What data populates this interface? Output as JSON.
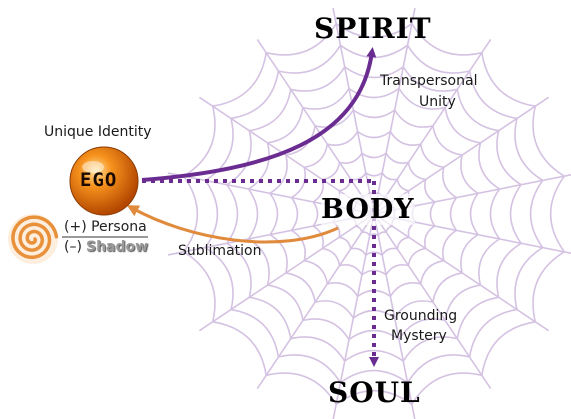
{
  "labels": {
    "spirit": "SPIRIT",
    "body": "BODY",
    "soul": "SOUL",
    "ego": "EGO",
    "unique_identity": "Unique Identity",
    "transpersonal": "Transpersonal",
    "unity": "Unity",
    "grounding": "Grounding",
    "mystery": "Mystery",
    "sublimation": "Sublimation",
    "persona": "(+) Persona",
    "shadow_sign": "(–)",
    "shadow": "Shadow"
  },
  "colors": {
    "arrow_purple": "#6a2c91",
    "arrow_orange": "#e08a3c",
    "web": "#cdb8de",
    "ego_orange": "#f07a10",
    "spiral": "#e8903a"
  },
  "icons": {
    "ego": "ego-sphere-icon",
    "spiral": "spiral-icon",
    "web": "spider-web-icon"
  }
}
